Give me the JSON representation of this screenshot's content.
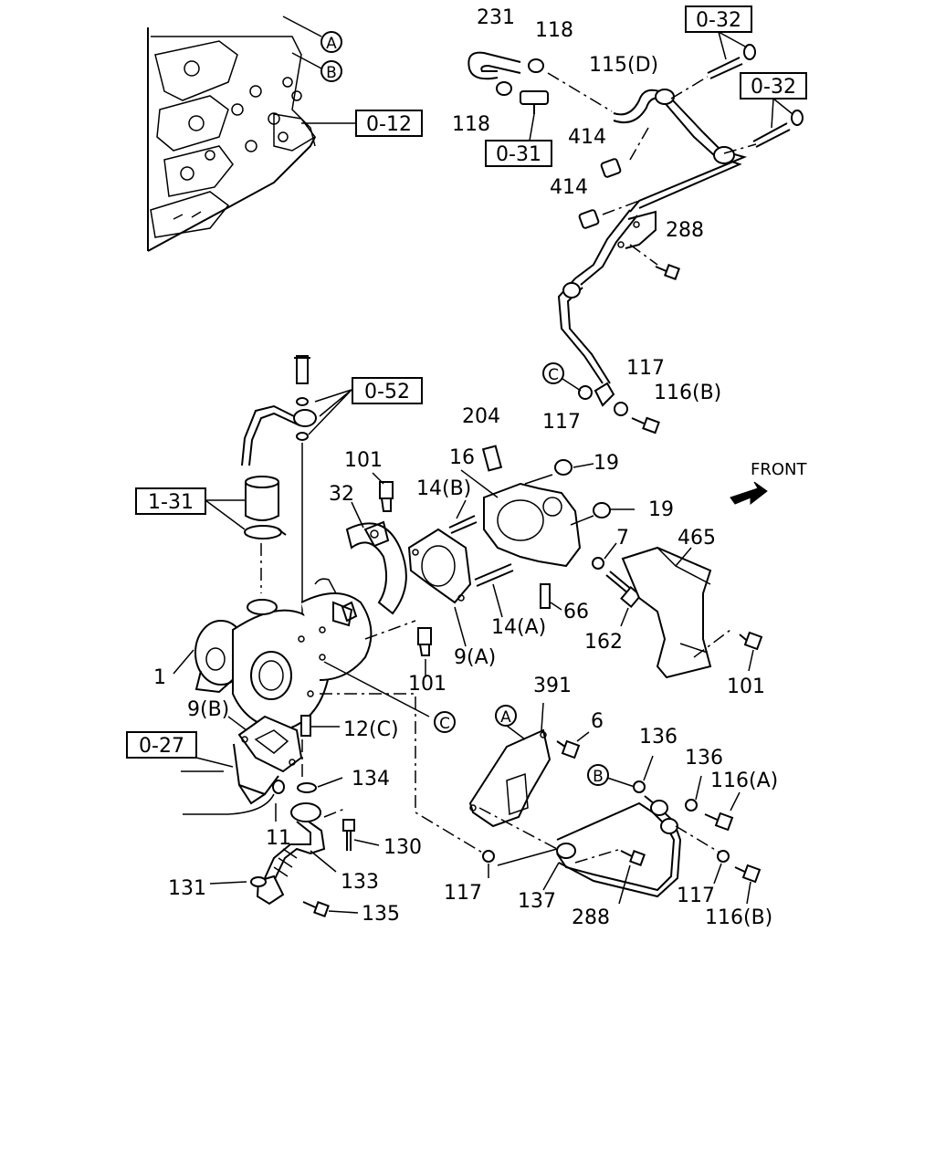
{
  "front_label": "FRONT",
  "references": [
    "0-12",
    "0-31",
    "0-32",
    "0-32",
    "0-52",
    "1-31",
    "0-27"
  ],
  "circle_markers": [
    "A",
    "B",
    "C",
    "C",
    "A",
    "B"
  ],
  "callouts": [
    "231",
    "118",
    "115(D)",
    "118",
    "414",
    "414",
    "288",
    "117",
    "117",
    "116(B)",
    "204",
    "16",
    "19",
    "19",
    "101",
    "14(B)",
    "32",
    "7",
    "465",
    "66",
    "14(A)",
    "162",
    "1",
    "101",
    "9(A)",
    "101",
    "9(B)",
    "12(C)",
    "391",
    "6",
    "136",
    "136",
    "116(A)",
    "134",
    "11",
    "130",
    "133",
    "131",
    "135",
    "117",
    "137",
    "288",
    "117",
    "116(B)"
  ]
}
